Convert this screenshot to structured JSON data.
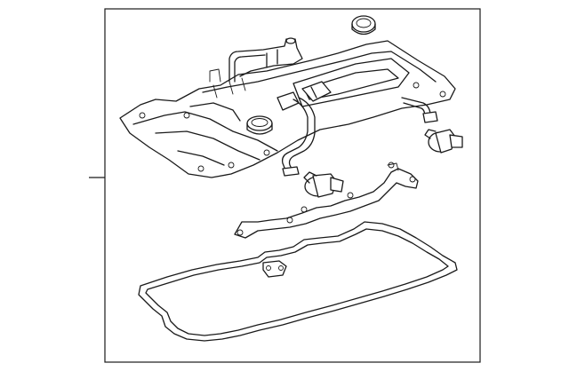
{
  "diagram": {
    "type": "exploded-parts-illustration",
    "parts": [
      {
        "name": "valve-cover",
        "icon": "engine-valve-cover-icon"
      },
      {
        "name": "oil-filler-cap",
        "icon": "cap-icon"
      },
      {
        "name": "breather-hose-upper",
        "icon": "hose-icon"
      },
      {
        "name": "breather-hose-lower",
        "icon": "hose-icon"
      },
      {
        "name": "vvt-solenoid-right",
        "icon": "sensor-icon"
      },
      {
        "name": "vvt-solenoid-left",
        "icon": "sensor-icon"
      },
      {
        "name": "wire-harness-bracket",
        "icon": "bracket-icon"
      },
      {
        "name": "valve-cover-gasket",
        "icon": "gasket-icon"
      }
    ],
    "colors": {
      "line": "#1a1a1a",
      "background": "#ffffff"
    }
  }
}
